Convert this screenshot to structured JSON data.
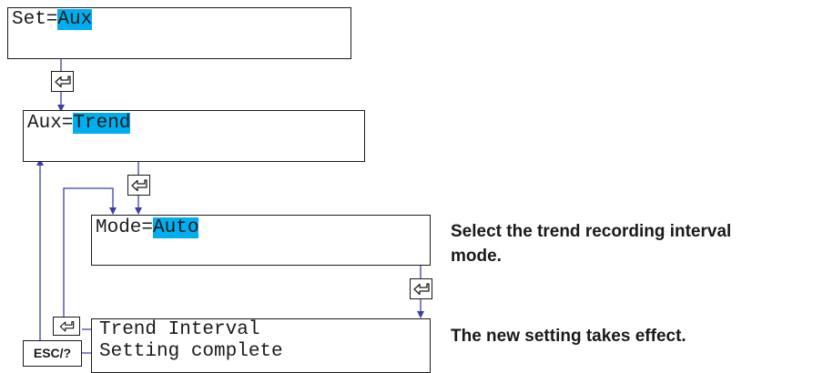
{
  "screens": {
    "set": {
      "prefix": "Set=",
      "value": "Aux"
    },
    "aux": {
      "prefix": "Aux=",
      "value": "Trend"
    },
    "mode": {
      "prefix": "Mode=",
      "value": "Auto"
    },
    "done": {
      "line1": "Trend Interval",
      "line2": "Setting complete"
    }
  },
  "notes": {
    "mode_line1": "Select the trend recording interval",
    "mode_line2": "mode.",
    "done": "The new setting takes effect."
  },
  "keys": {
    "enter": "enter-key-icon",
    "esc": "ESC/?"
  },
  "colors": {
    "highlight": "#00aeef",
    "arrow": "#3b3fa3",
    "frame": "#1a1a1a"
  }
}
